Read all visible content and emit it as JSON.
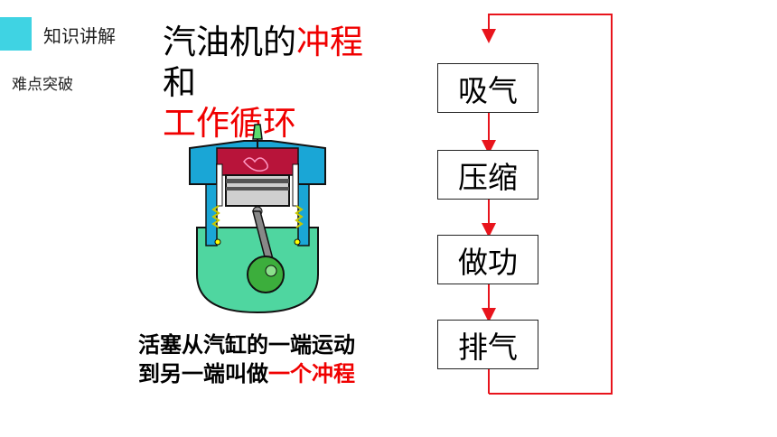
{
  "header": {
    "section_title": "知识讲解",
    "sub_title": "难点突破"
  },
  "heading": {
    "part1": "汽油机的",
    "part1_red": "冲程",
    "line2": "和",
    "line3_red": "工作循环"
  },
  "caption": {
    "line1": "活塞从汽缸的一端运动",
    "line2": "到另一端叫做",
    "line2_red": "一个冲程"
  },
  "cycle": {
    "strokes": [
      "吸气",
      "压缩",
      "做功",
      "排气"
    ],
    "arrow_color": "#e8141c"
  },
  "colors": {
    "accent": "#3fd3e3",
    "highlight": "#f00000",
    "engine_green": "#4fd6a0",
    "engine_blue": "#1aa6d6",
    "chamber": "#b8143a"
  }
}
